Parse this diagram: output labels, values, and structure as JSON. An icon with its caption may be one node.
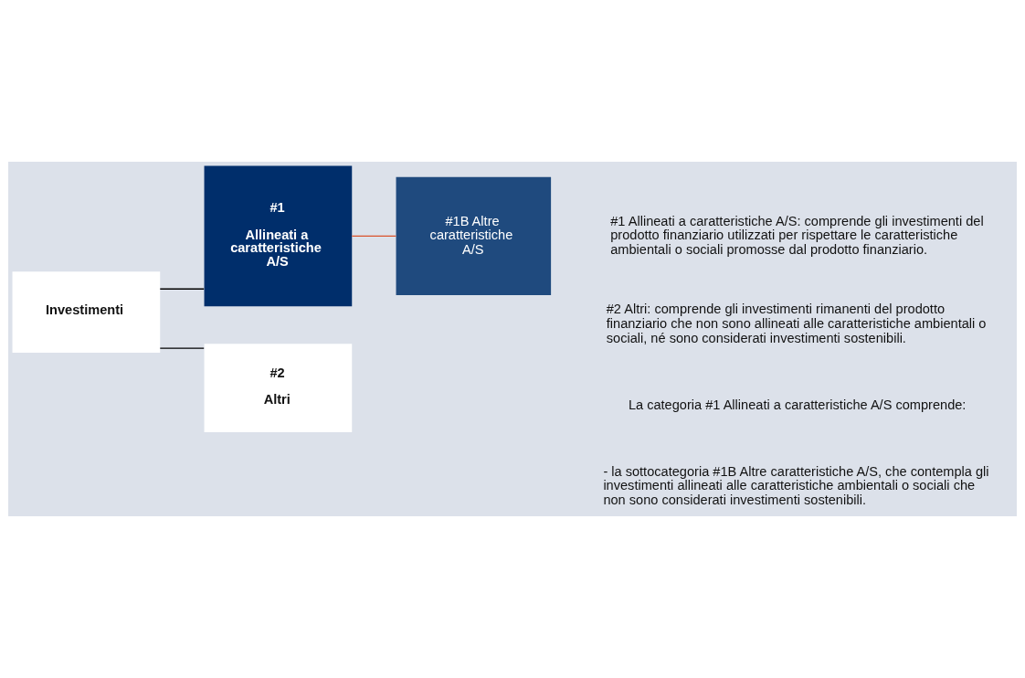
{
  "diagram": {
    "nodes": [
      {
        "text": [
          "Investimenti"
        ]
      },
      {
        "text": [
          "#1",
          "Allineati a caratteristiche A/S"
        ]
      },
      {
        "text": [
          "#2",
          "Altri"
        ]
      },
      {
        "text": [
          "#1B Altre caratteristiche A/S"
        ]
      }
    ],
    "edges": [
      {
        "from": 0,
        "to": 1,
        "arrow": "none"
      },
      {
        "from": 0,
        "to": 2,
        "arrow": "none"
      },
      {
        "from": 1,
        "to": 3,
        "arrow": "none",
        "color": "#d9532c"
      }
    ],
    "labels": [
      "#1 Allineati a caratteristiche A/S: comprende gli investimenti del prodotto finanziario utilizzati per rispettare le caratteristiche ambientali o sociali promosse dal prodotto finanziario.",
      "#2 Altri: comprende gli investimenti rimanenti del prodotto finanziario che non sono allineati alle caratteristiche ambientali o sociali, né sono considerati investimenti sostenibili.",
      "La categoria #1 Allineati a caratteristiche A/S comprende:",
      "- la sottocategoria #1B Altre caratteristiche A/S, che contempla gli investimenti allineati alle caratteristiche ambientali o sociali che non sono considerati investimenti sostenibili."
    ]
  }
}
